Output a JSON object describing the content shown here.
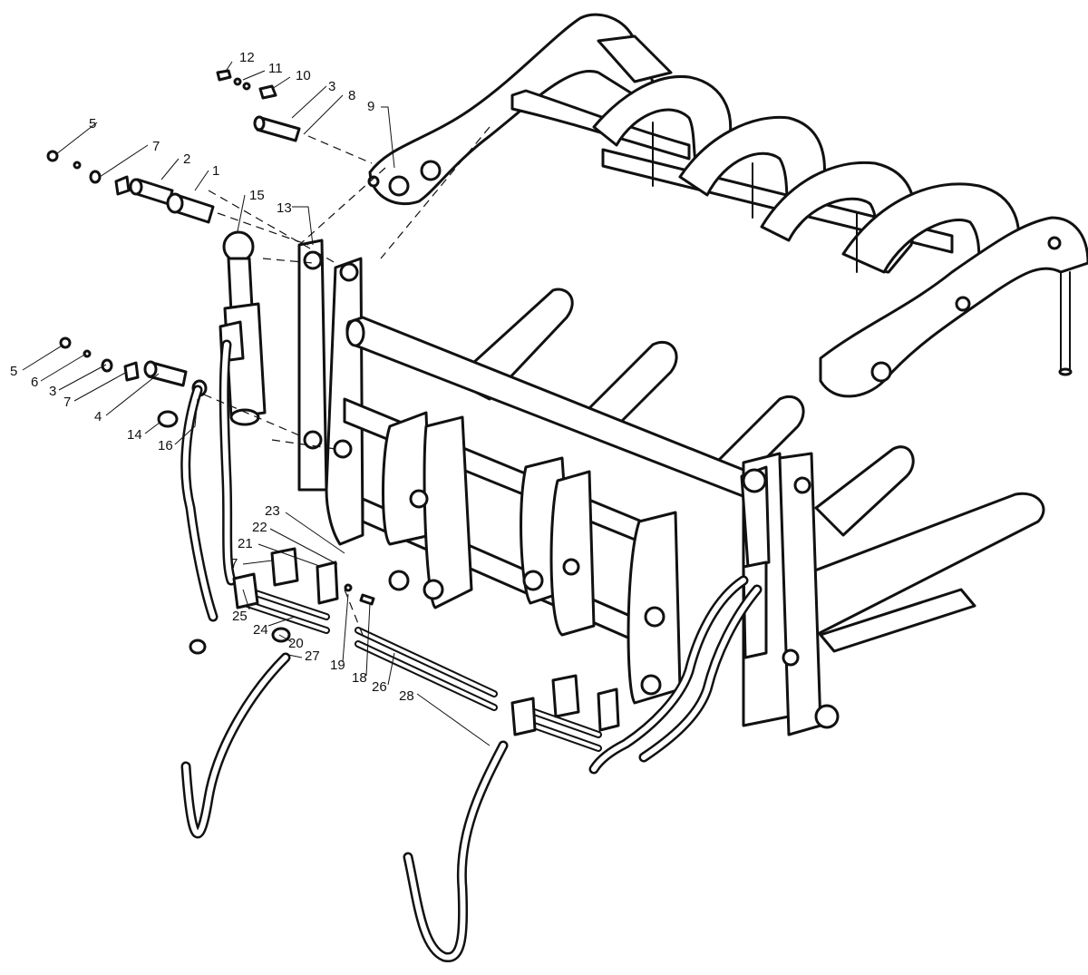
{
  "callouts": [
    {
      "id": "c12",
      "label": "12"
    },
    {
      "id": "c11",
      "label": "11"
    },
    {
      "id": "c10",
      "label": "10"
    },
    {
      "id": "c3",
      "label": "3"
    },
    {
      "id": "c8",
      "label": "8"
    },
    {
      "id": "c9",
      "label": "9"
    },
    {
      "id": "c5a",
      "label": "5"
    },
    {
      "id": "c7a",
      "label": "7"
    },
    {
      "id": "c2",
      "label": "2"
    },
    {
      "id": "c1",
      "label": "1"
    },
    {
      "id": "c15",
      "label": "15"
    },
    {
      "id": "c13",
      "label": "13"
    },
    {
      "id": "c5b",
      "label": "5"
    },
    {
      "id": "c6",
      "label": "6"
    },
    {
      "id": "c3b",
      "label": "3"
    },
    {
      "id": "c7b",
      "label": "7"
    },
    {
      "id": "c4",
      "label": "4"
    },
    {
      "id": "c14",
      "label": "14"
    },
    {
      "id": "c16",
      "label": "16"
    },
    {
      "id": "c23",
      "label": "23"
    },
    {
      "id": "c22",
      "label": "22"
    },
    {
      "id": "c21",
      "label": "21"
    },
    {
      "id": "c7c",
      "label": "7"
    },
    {
      "id": "c25",
      "label": "25"
    },
    {
      "id": "c24",
      "label": "24"
    },
    {
      "id": "c20",
      "label": "20"
    },
    {
      "id": "c27",
      "label": "27"
    },
    {
      "id": "c19",
      "label": "19"
    },
    {
      "id": "c18",
      "label": "18"
    },
    {
      "id": "c26",
      "label": "26"
    },
    {
      "id": "c28",
      "label": "28"
    }
  ]
}
